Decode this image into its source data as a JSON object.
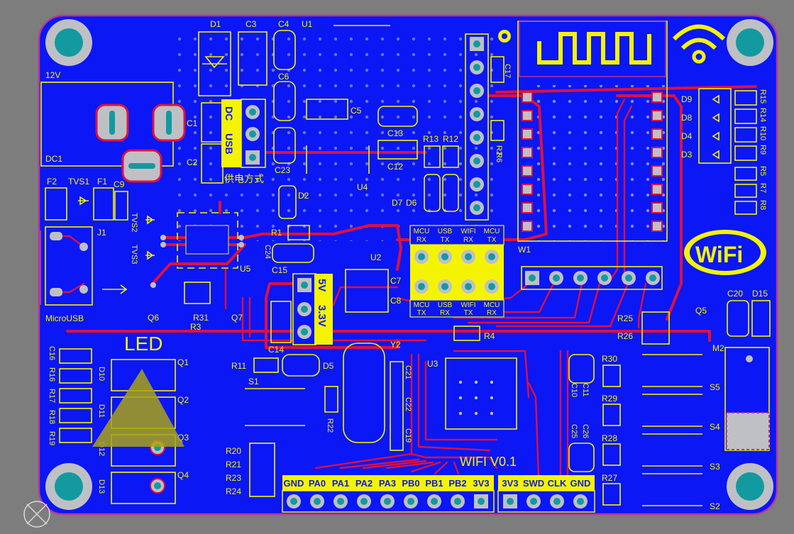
{
  "board": {
    "colors": {
      "background": "#7d7d7d",
      "board": "#0b17f5",
      "copper": "#e0103c",
      "silk": "#f4f400",
      "pad": "#bfc0c4",
      "hole": "#129aa0"
    },
    "title": "WIFI V0.1",
    "power_label": "12V",
    "supply_label": "供电方式",
    "dc_label": "DC",
    "usb_label": "USB",
    "led_label": "LED",
    "microusb_label": "MicroUSB",
    "volt_5v": "5V",
    "volt_33v": "3.3V",
    "wifi_logo": "WiFi",
    "pin_header_labels": [
      "GND",
      "PA0",
      "PA1",
      "PA2",
      "PA3",
      "PB0",
      "PB1",
      "PB2",
      "3V3"
    ],
    "swd_labels": [
      "3V3",
      "SWD",
      "CLK",
      "GND"
    ],
    "jumper_top": [
      "MCU RX",
      "USB TX",
      "WIFI RX",
      "MCU TX"
    ],
    "jumper_bottom": [
      "MCU TX",
      "USB RX",
      "WIFI TX",
      "MCU RX"
    ],
    "refdes": {
      "D1": "D1",
      "C3": "C3",
      "C4": "C4",
      "U1": "U1",
      "C6": "C6",
      "C5": "C5",
      "C1": "C1",
      "C2": "C2",
      "C23": "C23",
      "DC1": "DC1",
      "F2": "F2",
      "TVS1": "TVS1",
      "F1": "F1",
      "C9": "C9",
      "J1": "J1",
      "TVS2": "TVS2",
      "TVS3": "TVS3",
      "D2": "D2",
      "U4": "U4",
      "C13": "C13",
      "C12": "C12",
      "R13": "R13",
      "R12": "R12",
      "D7": "D7",
      "D6": "D6",
      "R1": "R1",
      "C24": "C24",
      "U5": "U5",
      "C15": "C15",
      "U2": "U2",
      "C7": "C7",
      "C8": "C8",
      "Q6": "Q6",
      "R31": "R31",
      "R3": "R3",
      "Q7": "Q7",
      "C14": "C14",
      "R11": "R11",
      "D5": "D5",
      "S1": "S1",
      "Y2": "Y2",
      "U3": "U3",
      "C21": "C21",
      "C22": "C22",
      "C19": "C19",
      "R22": "R22",
      "C17": "C17",
      "R2": "R2",
      "R6": "R6",
      "W1": "W1",
      "R4": "R4",
      "C10": "C10",
      "C11": "C11",
      "C25": "C25",
      "C26": "C26",
      "R30": "R30",
      "R29": "R29",
      "R28": "R28",
      "R27": "R27",
      "R25": "R25",
      "R26": "R26",
      "Q5": "Q5",
      "C20": "C20",
      "D15": "D15",
      "M2": "M2",
      "S5": "S5",
      "S4": "S4",
      "S3": "S3",
      "S2": "S2",
      "D9": "D9",
      "D8": "D8",
      "D4": "D4",
      "D3": "D3",
      "R15": "R15",
      "R14": "R14",
      "R10": "R10",
      "R9": "R9",
      "R5": "R5",
      "R7": "R7",
      "R8": "R8",
      "C16": "C16",
      "R16": "R16",
      "R17": "R17",
      "R18": "R18",
      "R19": "R19",
      "D10": "D10",
      "D11": "D11",
      "D12": "D12",
      "D13": "D13",
      "Q1": "Q1",
      "Q2": "Q2",
      "Q3": "Q3",
      "Q4": "Q4",
      "R20": "R20",
      "R21": "R21",
      "R23": "R23",
      "R24": "R24"
    }
  }
}
